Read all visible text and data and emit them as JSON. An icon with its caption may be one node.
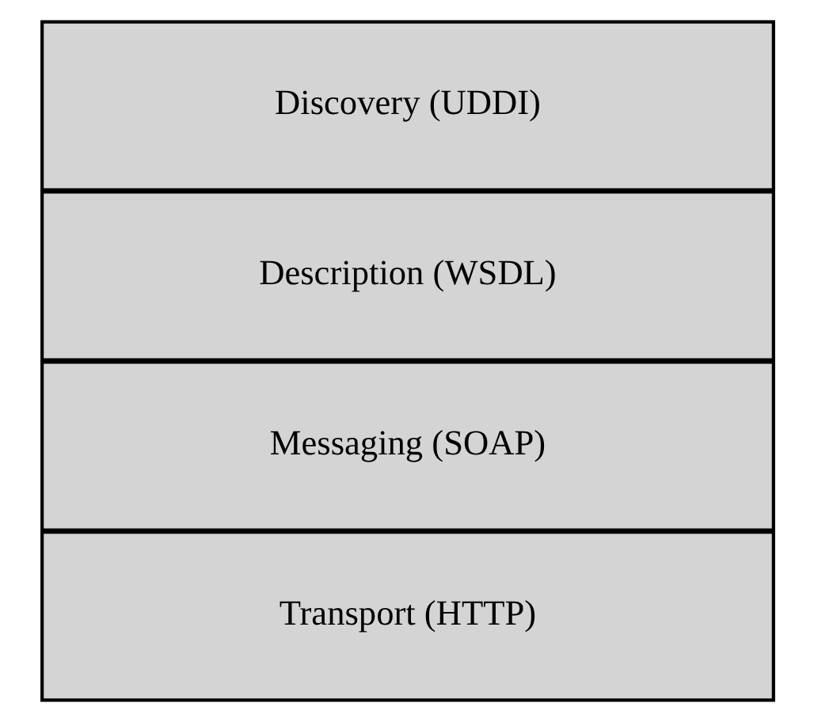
{
  "diagram": {
    "nodes": [
      {
        "text": [
          "Discovery (UDDI)"
        ]
      },
      {
        "text": [
          "Description (WSDL)"
        ]
      },
      {
        "text": [
          "Messaging (SOAP)"
        ]
      },
      {
        "text": [
          "Transport (HTTP)"
        ]
      }
    ]
  }
}
